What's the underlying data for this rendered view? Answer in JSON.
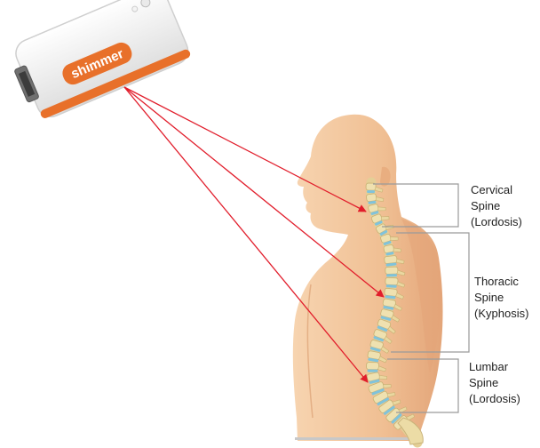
{
  "device": {
    "brand": "shimmer",
    "brand_color": "#e8702a"
  },
  "labels": [
    {
      "id": "cervical",
      "lines": [
        "Cervical",
        "Spine",
        "(Lordosis)"
      ]
    },
    {
      "id": "thoracic",
      "lines": [
        "Thoracic",
        "Spine",
        "(Kyphosis)"
      ]
    },
    {
      "id": "lumbar",
      "lines": [
        "Lumbar",
        "Spine",
        "(Lordosis)"
      ]
    }
  ],
  "colors": {
    "arrow": "#e11d2b",
    "skin": "#f1c39a",
    "skin_shadow": "#e2a878",
    "bone": "#efe1b0",
    "disc": "#7fc3dc",
    "bracket": "#999999"
  }
}
